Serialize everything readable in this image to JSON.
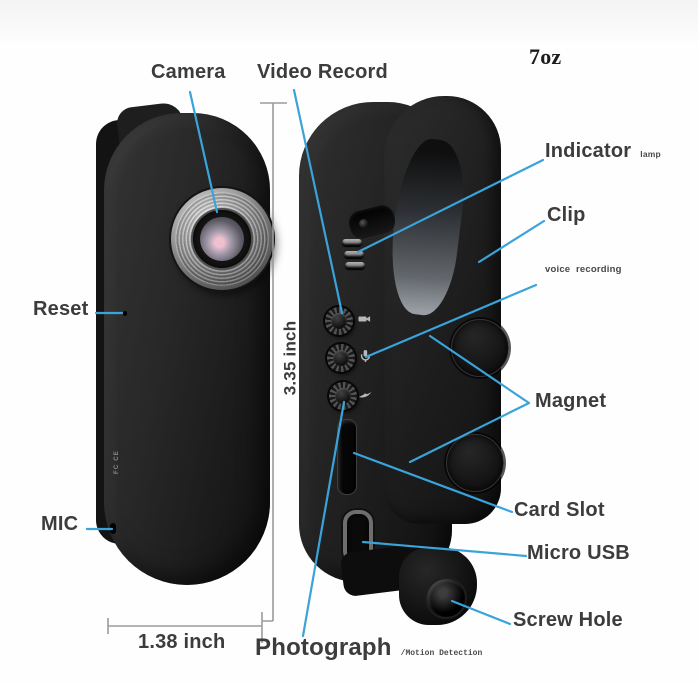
{
  "product_diagram": {
    "weight": "7oz",
    "dimensions": {
      "height": "3.35 inch",
      "width": "1.38 inch"
    },
    "labels": {
      "camera": "Camera",
      "video_record": "Video Record",
      "indicator": "Indicator",
      "indicator_sub": "lamp",
      "clip": "Clip",
      "voice_recording": "voice  recording",
      "magnet": "Magnet",
      "card_slot": "Card Slot",
      "micro_usb": "Micro USB",
      "screw_hole": "Screw Hole",
      "photograph": "Photograph",
      "photograph_sub": "/Motion Detection",
      "reset": "Reset",
      "mic": "MIC"
    },
    "device_marking": "FC CE",
    "icons": {
      "side_button_1": "video-camera-icon",
      "side_button_2": "microphone-icon",
      "side_button_3": "swoosh-icon"
    },
    "colors": {
      "leader_line": "#3aa3da",
      "label_text": "#3c3c3c",
      "device_black": "#1b1b1b",
      "measure_line": "#9b9b9b"
    }
  }
}
